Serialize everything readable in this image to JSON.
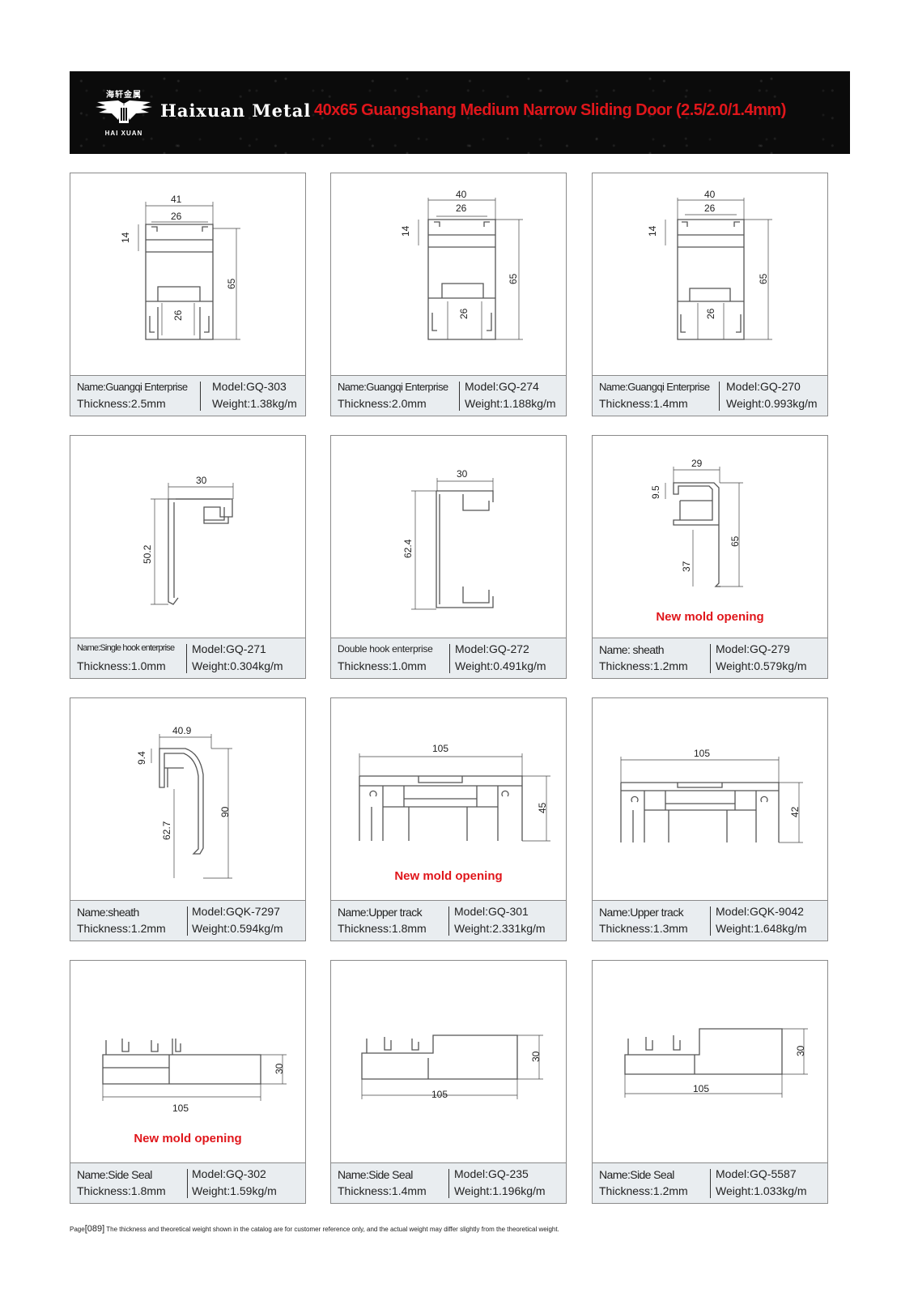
{
  "header": {
    "logo_cn": "海轩金属",
    "logo_en": "HAI XUAN",
    "brand": "Haixuan Metal",
    "title": "40x65 Guangshang Medium Narrow Sliding Door (2.5/2.0/1.4mm)"
  },
  "products": [
    {
      "name": "Name:Guangqi Enterprise",
      "thickness": "Thickness:2.5mm",
      "model": "Model:GQ-303",
      "weight": "Weight:1.38kg/m",
      "dims": [
        "41",
        "26",
        "14",
        "65",
        "26"
      ],
      "note": ""
    },
    {
      "name": "Name:Guangqi Enterprise",
      "thickness": "Thickness:2.0mm",
      "model": "Model:GQ-274",
      "weight": "Weight:1.188kg/m",
      "dims": [
        "40",
        "26",
        "14",
        "65",
        "26"
      ],
      "note": ""
    },
    {
      "name": "Name:Guangqi Enterprise",
      "thickness": "Thickness:1.4mm",
      "model": "Model:GQ-270",
      "weight": "Weight:0.993kg/m",
      "dims": [
        "40",
        "26",
        "14",
        "65",
        "26"
      ],
      "note": ""
    },
    {
      "name": "Name:Single hook enterprise",
      "thickness": "Thickness:1.0mm",
      "model": "Model:GQ-271",
      "weight": "Weight:0.304kg/m",
      "dims": [
        "30",
        "50.2"
      ],
      "note": ""
    },
    {
      "name": "Double hook enterprise",
      "thickness": "Thickness:1.0mm",
      "model": "Model:GQ-272",
      "weight": "Weight:0.491kg/m",
      "dims": [
        "30",
        "62.4"
      ],
      "note": ""
    },
    {
      "name": "Name: sheath",
      "thickness": "Thickness:1.2mm",
      "model": "Model:GQ-279",
      "weight": "Weight:0.579kg/m",
      "dims": [
        "29",
        "9.5",
        "65",
        "37"
      ],
      "note": "New mold opening"
    },
    {
      "name": "Name:sheath",
      "thickness": "Thickness:1.2mm",
      "model": "Model:GQK-7297",
      "weight": "Weight:0.594kg/m",
      "dims": [
        "40.9",
        "9.4",
        "90",
        "62.7"
      ],
      "note": ""
    },
    {
      "name": "Name:Upper track",
      "thickness": "Thickness:1.8mm",
      "model": "Model:GQ-301",
      "weight": "Weight:2.331kg/m",
      "dims": [
        "105",
        "45"
      ],
      "note": "New mold opening"
    },
    {
      "name": "Name:Upper track",
      "thickness": "Thickness:1.3mm",
      "model": "Model:GQK-9042",
      "weight": "Weight:1.648kg/m",
      "dims": [
        "105",
        "42"
      ],
      "note": ""
    },
    {
      "name": "Name:Side Seal",
      "thickness": "Thickness:1.8mm",
      "model": "Model:GQ-302",
      "weight": "Weight:1.59kg/m",
      "dims": [
        "30",
        "105"
      ],
      "note": "New mold opening"
    },
    {
      "name": "Name:Side Seal",
      "thickness": "Thickness:1.4mm",
      "model": "Model:GQ-235",
      "weight": "Weight:1.196kg/m",
      "dims": [
        "30",
        "105"
      ],
      "note": ""
    },
    {
      "name": "Name:Side Seal",
      "thickness": "Thickness:1.2mm",
      "model": "Model:GQ-5587",
      "weight": "Weight:1.033kg/m",
      "dims": [
        "30",
        "105"
      ],
      "note": ""
    }
  ],
  "footer": {
    "page_label": "Page",
    "page_number": "[089]",
    "disclaimer": "The thickness and theoretical weight shown in the catalog are for customer reference only, and the actual weight may differ slightly from the theoretical weight."
  }
}
